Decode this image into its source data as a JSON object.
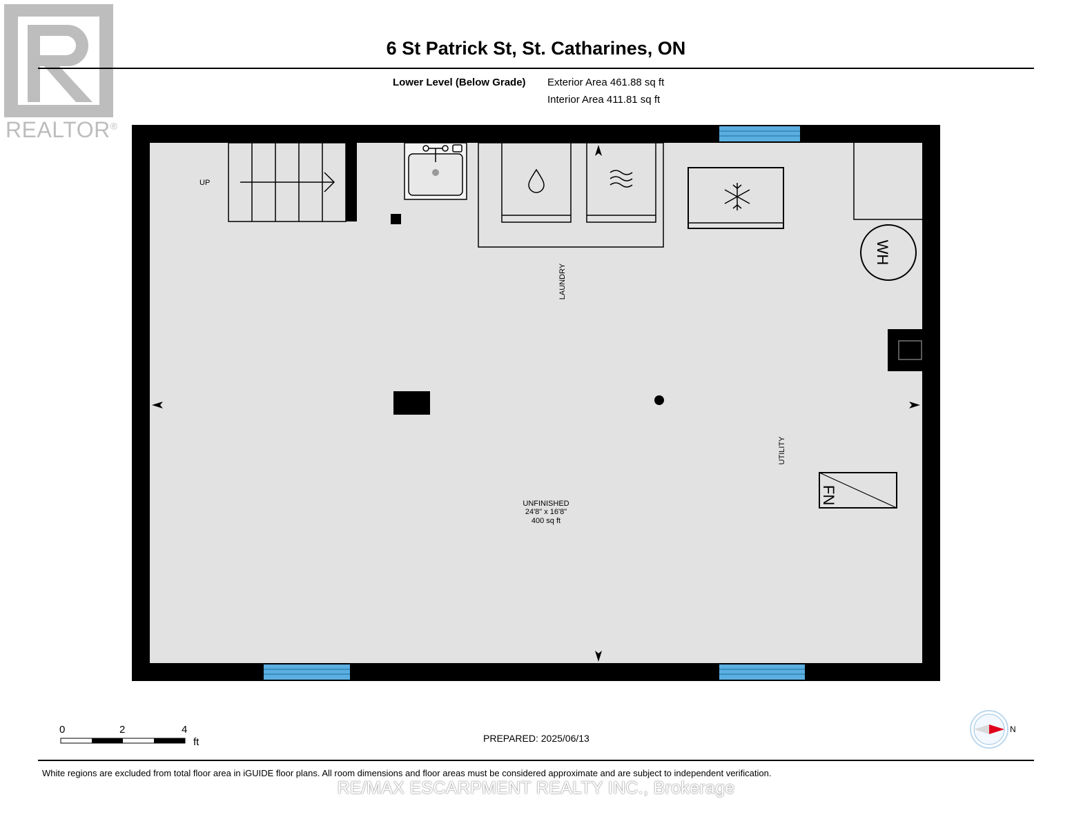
{
  "header": {
    "title": "6 St Patrick St, St. Catharines, ON",
    "level_label": "Lower Level (Below Grade)",
    "exterior_area": "Exterior Area 461.88 sq ft",
    "interior_area": "Interior Area 411.81 sq ft"
  },
  "logo": {
    "text": "REALTOR",
    "mark": "®"
  },
  "plan": {
    "rooms": {
      "laundry": "LAUNDRY",
      "utility": "UTILITY",
      "unfinished": {
        "name": "UNFINISHED",
        "dimensions": "24'8\" x 16'8\"",
        "area": "400 sq ft"
      }
    },
    "stairs_label": "UP",
    "water_heater_label": "WH",
    "furnace_label": "FN"
  },
  "scale_bar": {
    "ticks": [
      "0",
      "2",
      "4"
    ],
    "unit": "ft"
  },
  "compass_label": "N",
  "prepared": "PREPARED: 2025/06/13",
  "disclaimer": "White regions are excluded from total floor area in iGUIDE floor plans. All room dimensions and floor areas must be considered approximate and are subject to independent verification.",
  "watermark": "RE/MAX ESCARPMENT REALTY INC., Brokerage",
  "colors": {
    "wall": "#000000",
    "floor": "#e2e2e2",
    "window": "#5aaee0",
    "compass_arrow": "#e0001b",
    "logo": "#bdbdbd"
  }
}
